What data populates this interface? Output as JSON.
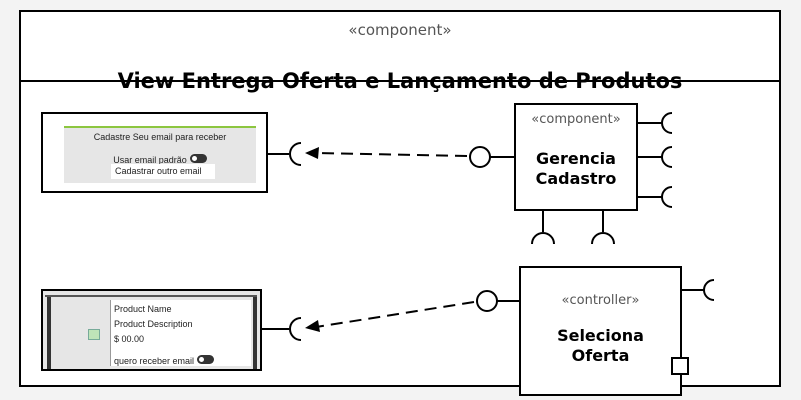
{
  "container": {
    "stereotype": "«component»",
    "title": "View Entrega Oferta e Lançamento de Produtos"
  },
  "signup_form": {
    "heading": "Cadastre Seu email para receber",
    "toggle_label": "Usar email padrão",
    "input_value": "Cadastrar outro email"
  },
  "product_card": {
    "name": "Product Name",
    "description": "Product Description",
    "price": "$ 00.00",
    "toggle_label": "quero receber email"
  },
  "gerencia": {
    "stereotype": "«component»",
    "name_line1": "Gerencia",
    "name_line2": "Cadastro"
  },
  "seleciona": {
    "stereotype": "«controller»",
    "name_line1": "Seleciona",
    "name_line2": "Oferta"
  },
  "colors": {
    "line": "#000000",
    "accent": "#8cc63f",
    "panel": "#e6e6e6"
  }
}
